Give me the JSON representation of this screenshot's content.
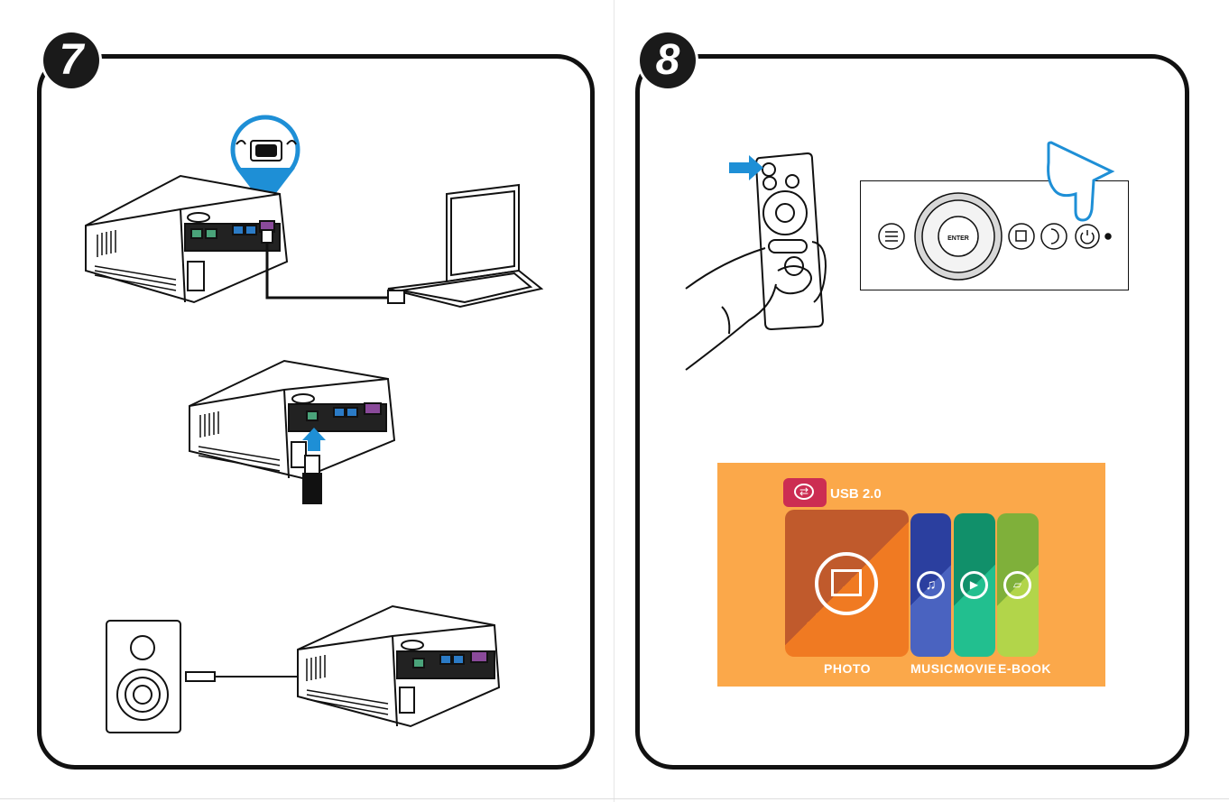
{
  "steps": [
    {
      "number": "7"
    },
    {
      "number": "8"
    }
  ],
  "media_menu": {
    "source_label": "USB 2.0",
    "items": [
      {
        "label": "PHOTO",
        "icon": "image-icon"
      },
      {
        "label": "MUSIC",
        "icon": "music-note-icon"
      },
      {
        "label": "MOVIE",
        "icon": "film-icon"
      },
      {
        "label": "E-BOOK",
        "icon": "book-icon"
      }
    ],
    "colors": {
      "background": "#fba84a",
      "photo": "#e8702a",
      "music": "#3a4fb0",
      "movie": "#17a57a",
      "ebook": "#9cc43a",
      "usb": "#cc2d52"
    }
  },
  "control_panel": {
    "enter_label": "ENTER"
  },
  "accent_color": "#1e8fd6"
}
